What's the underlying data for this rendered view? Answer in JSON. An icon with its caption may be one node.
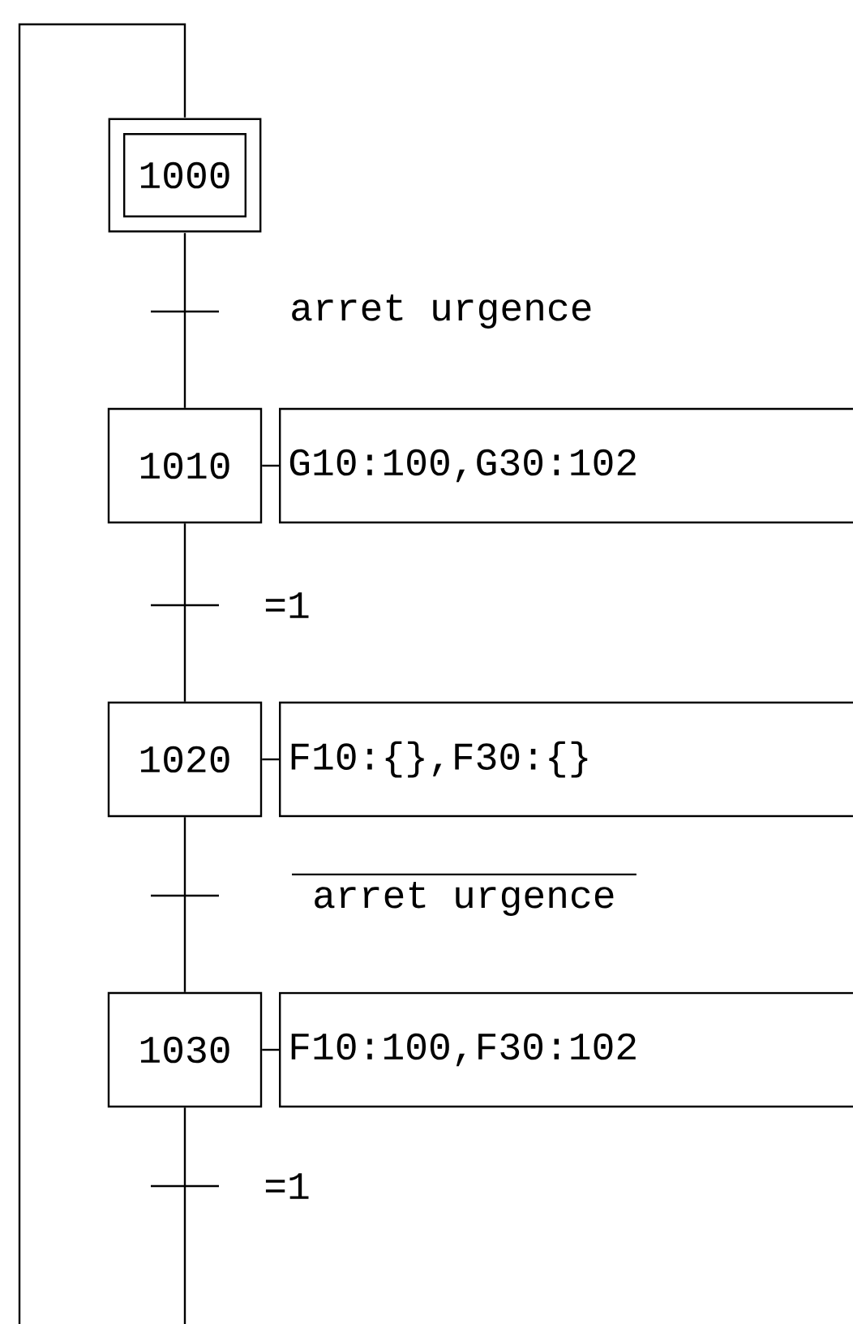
{
  "diagram": {
    "nodes": [
      {
        "text": [
          "1000"
        ]
      },
      {
        "text": [
          "1010"
        ]
      },
      {
        "text": [
          "G10:100,G30:102"
        ]
      },
      {
        "text": [
          "1020"
        ]
      },
      {
        "text": [
          "F10:{},F30:{}"
        ]
      },
      {
        "text": [
          "1030"
        ]
      },
      {
        "text": [
          "F10:100,F30:102"
        ]
      }
    ],
    "edges": [
      {
        "from": 0,
        "to": 1,
        "arrow": "none",
        "label": "arret urgence"
      },
      {
        "from": 1,
        "to": 3,
        "arrow": "none",
        "label": "=1"
      },
      {
        "from": 3,
        "to": 5,
        "arrow": "none",
        "label": "arret urgence"
      },
      {
        "from": 5,
        "to": null,
        "arrow": "none",
        "label": "=1"
      },
      {
        "from": 1,
        "to": 2,
        "arrow": "none"
      },
      {
        "from": 3,
        "to": 4,
        "arrow": "none"
      },
      {
        "from": 5,
        "to": 6,
        "arrow": "none"
      },
      {
        "from": null,
        "to": 0,
        "arrow": "none"
      }
    ]
  }
}
